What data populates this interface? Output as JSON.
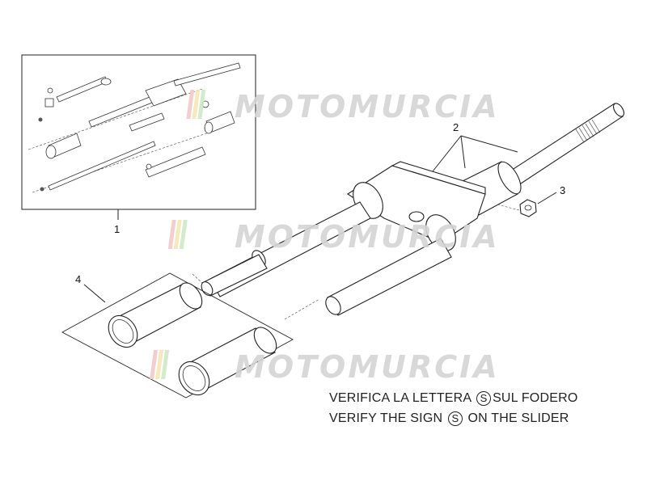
{
  "watermark": {
    "text": "MOTOMURCIA",
    "stripe_colors": [
      "#f3c9c9",
      "#f6e7b3",
      "#cfe8c7"
    ]
  },
  "callouts": [
    {
      "number": "1",
      "part": "fork-assembly-kit"
    },
    {
      "number": "2",
      "part": "steering-stem"
    },
    {
      "number": "3",
      "part": "nut"
    },
    {
      "number": "4",
      "part": "slider-tubes"
    }
  ],
  "notes": {
    "line1": {
      "before": "VERIFICA LA LETTERA ",
      "sign": "S",
      "after": "SUL FODERO"
    },
    "line2": {
      "before": "VERIFY THE SIGN ",
      "sign": "S",
      "after": " ON THE SLIDER"
    }
  }
}
